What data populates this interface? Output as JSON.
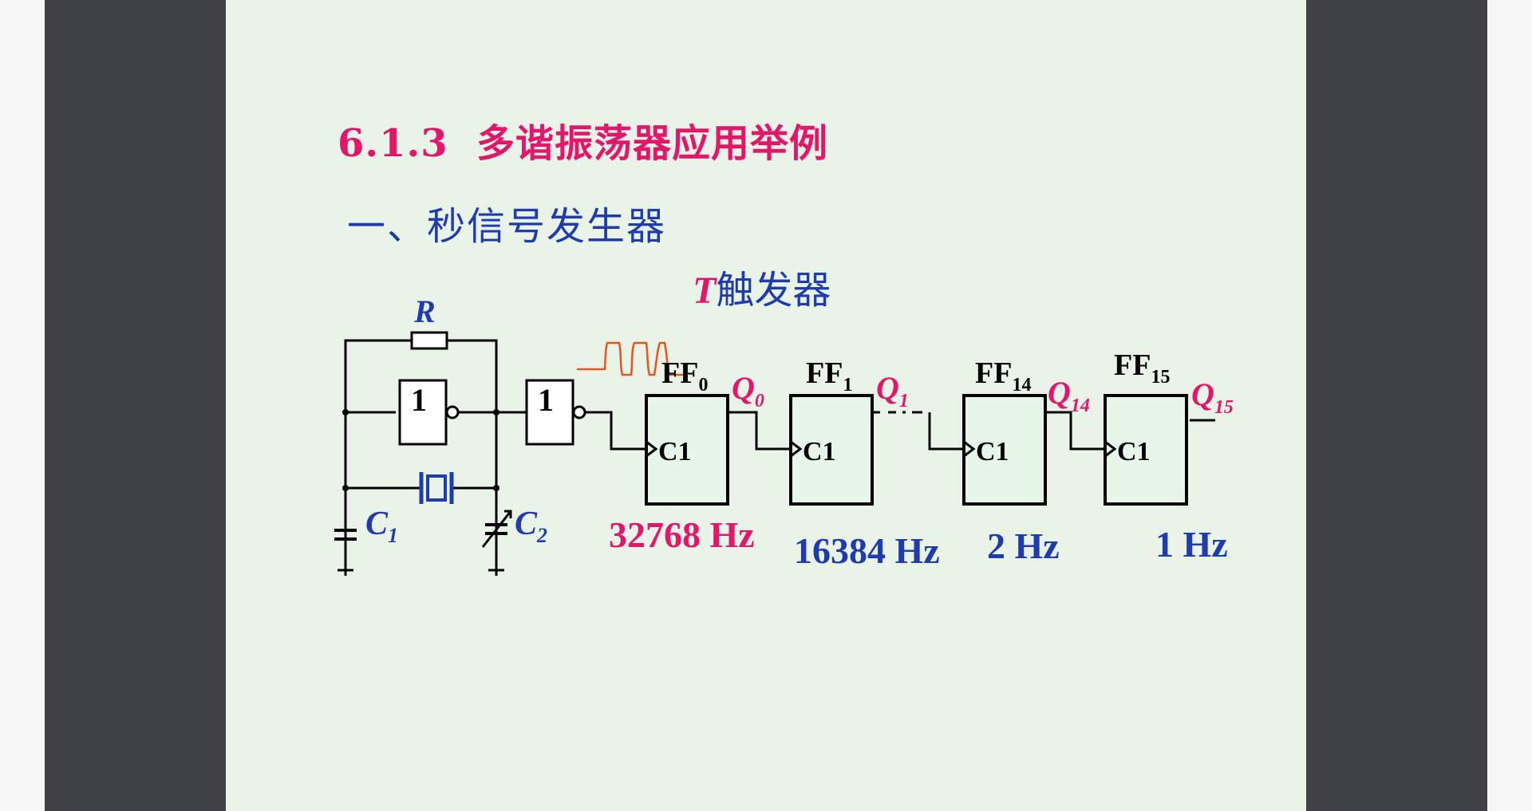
{
  "slide": {
    "section_number": "6.1.3",
    "section_title": "多谐振荡器应用举例",
    "subsection": "一、秒信号发生器"
  },
  "circuit": {
    "flipflop_caption_italic": "T",
    "flipflop_caption": "触发器",
    "resistor_label": "R",
    "gate_label": "1",
    "cap1_label": "C",
    "cap1_sub": "1",
    "cap2_label": "C",
    "cap2_sub": "2",
    "flipflops": [
      {
        "name": "FF",
        "sub": "0",
        "output": "Q",
        "output_sub": "0",
        "clock": "C1"
      },
      {
        "name": "FF",
        "sub": "1",
        "output": "Q",
        "output_sub": "1",
        "clock": "C1"
      },
      {
        "name": "FF",
        "sub": "14",
        "output": "Q",
        "output_sub": "14",
        "clock": "C1"
      },
      {
        "name": "FF",
        "sub": "15",
        "output": "Q",
        "output_sub": "15",
        "clock": "C1"
      }
    ],
    "frequencies": [
      "32768 Hz",
      "16384 Hz",
      "2 Hz",
      "1 Hz"
    ]
  },
  "colors": {
    "title": "#e4166a",
    "subtitle": "#1f3bb0",
    "frame": "#3f4147",
    "slide_bg": "#eaf3e7",
    "block_fill": "#e6f7ea",
    "wave": "#e8541c"
  }
}
